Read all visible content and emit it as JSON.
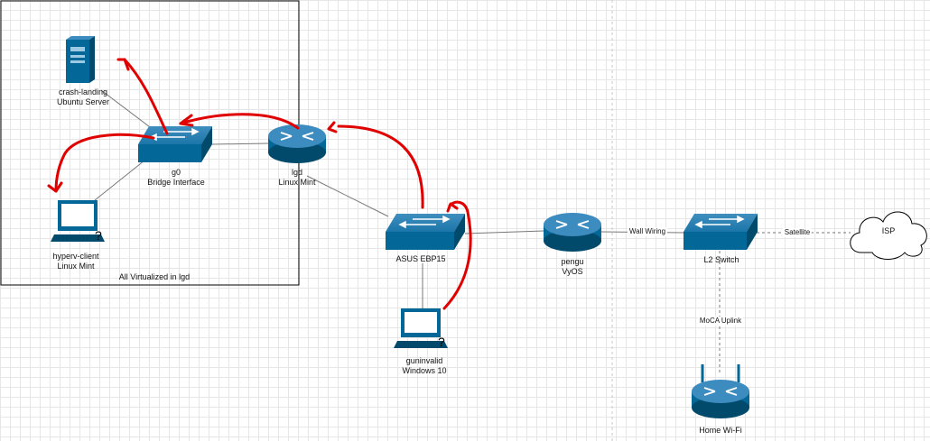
{
  "nodes": {
    "crash_landing": {
      "name": "crash-landing",
      "subtitle": "Ubuntu Server",
      "icon": "server-icon"
    },
    "g0": {
      "name": "g0",
      "subtitle": "Bridge Interface",
      "icon": "switch-icon"
    },
    "lgd": {
      "name": "lgd",
      "subtitle": "Linux Mint",
      "icon": "router-icon"
    },
    "hyperv_client": {
      "name": "hyperv-client",
      "subtitle": "Linux Mint",
      "icon": "workstation-icon"
    },
    "asus": {
      "name": "ASUS EBP15",
      "icon": "switch-icon"
    },
    "guninvalid": {
      "name": "guninvalid",
      "subtitle": "Windows 10",
      "icon": "workstation-icon"
    },
    "pengu": {
      "name": "pengu",
      "subtitle": "VyOS",
      "icon": "router-icon"
    },
    "l2switch": {
      "name": "L2 Switch",
      "icon": "switch-icon"
    },
    "isp": {
      "name": "ISP",
      "icon": "cloud-icon"
    },
    "home_wifi": {
      "name": "Home Wi-Fi",
      "icon": "wireless-router-icon"
    }
  },
  "group": {
    "label": "All Virtualized in lgd"
  },
  "edges": {
    "wall_wiring": "Wall Wiring",
    "satellite": "Satellite",
    "moca_uplink": "MoCA Uplink"
  },
  "colors": {
    "device_blue": "#036897",
    "device_blue_light": "#3d8cbf",
    "annotation_red": "#e00000",
    "link_gray": "#777777"
  }
}
